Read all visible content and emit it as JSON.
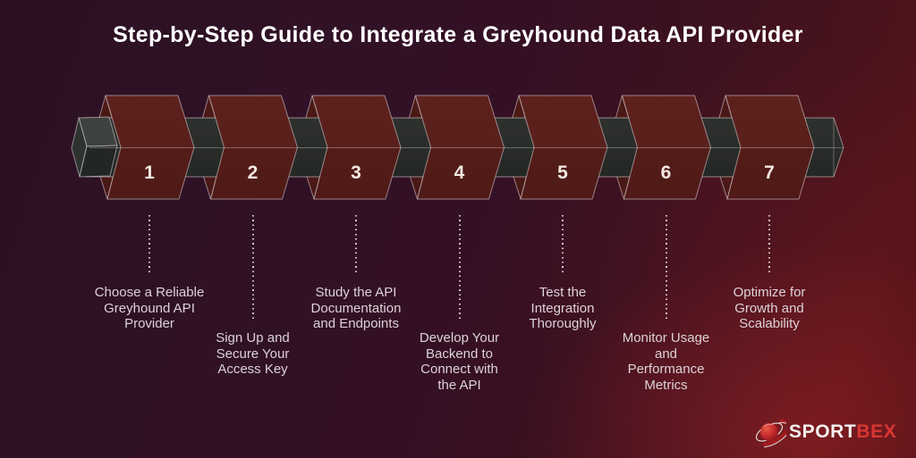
{
  "title": "Step-by-Step Guide to Integrate a Greyhound Data API Provider",
  "steps": [
    {
      "number": "1",
      "label": "Choose a Reliable\nGreyhound API\nProvider",
      "position": "high"
    },
    {
      "number": "2",
      "label": "Sign Up and\nSecure Your\nAccess Key",
      "position": "low"
    },
    {
      "number": "3",
      "label": "Study the API\nDocumentation\nand Endpoints",
      "position": "high"
    },
    {
      "number": "4",
      "label": "Develop Your\nBackend to\nConnect with\nthe API",
      "position": "low"
    },
    {
      "number": "5",
      "label": "Test the\nIntegration\nThoroughly",
      "position": "high"
    },
    {
      "number": "6",
      "label": "Monitor Usage\nand\nPerformance\nMetrics",
      "position": "low"
    },
    {
      "number": "7",
      "label": "Optimize for\nGrowth and\nScalability",
      "position": "high"
    }
  ],
  "brand": {
    "name_primary": "SPORT",
    "name_secondary": "BEX",
    "icon": "sportbex-globe-swoosh-icon"
  },
  "colors": {
    "background_purple": "#301126",
    "background_red": "#51141a",
    "link_box_red": "#5c211e",
    "link_box_red_dark": "#521b18",
    "connector_gray": "#2a2d2b",
    "outline_light": "#cfc5c9",
    "number_cream": "#f3eae2",
    "label_text": "#dcd2d9",
    "brand_red": "#d93732",
    "title_white": "#ffffff"
  }
}
